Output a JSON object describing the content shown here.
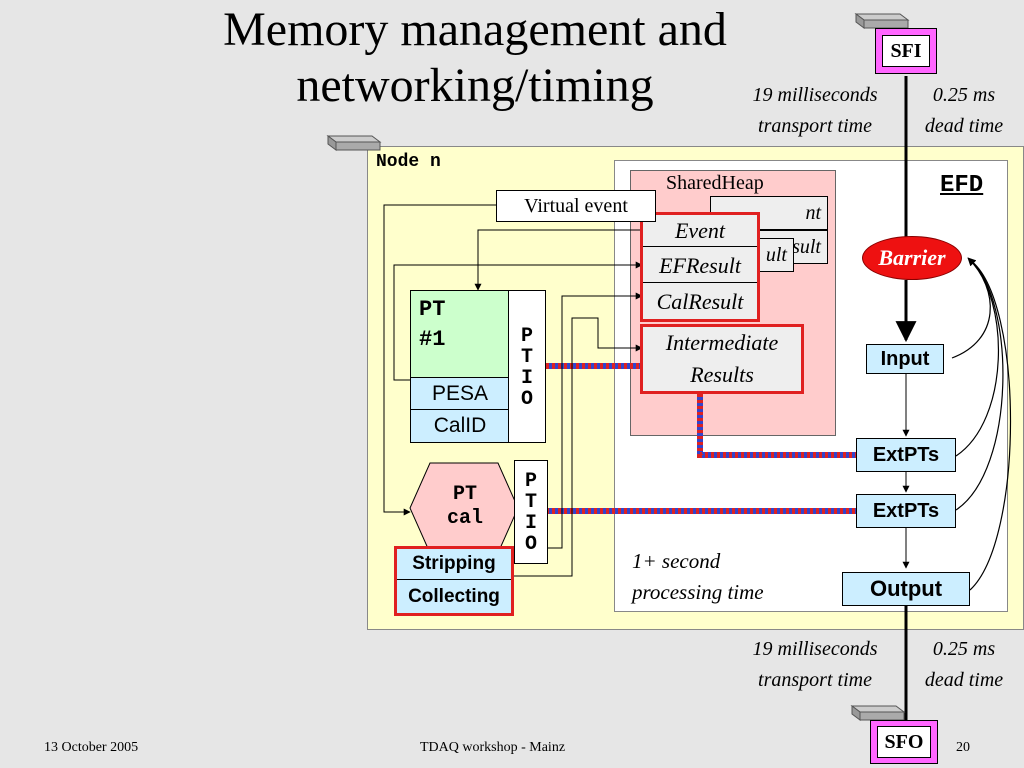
{
  "slide": {
    "title_line1": "Memory management and",
    "title_line2": "networking/timing",
    "footer_date": "13 October 2005",
    "footer_event": "TDAQ workshop - Mainz",
    "page_number": "20"
  },
  "nodes": {
    "sfi": "SFI",
    "sfo": "SFO",
    "node_label": "Node n",
    "efd_label": "EFD"
  },
  "timing": {
    "top_transport": "19 milliseconds transport time",
    "top_transport_l1": "19 milliseconds",
    "top_transport_l2": "transport time",
    "top_dead_l1": "0.25 ms",
    "top_dead_l2": "dead time",
    "bottom_transport_l1": "19 milliseconds",
    "bottom_transport_l2": "transport time",
    "bottom_dead_l1": "0.25 ms",
    "bottom_dead_l2": "dead time",
    "processing_l1": "1+ second",
    "processing_l2": "processing time"
  },
  "shared_heap": {
    "label": "SharedHeap",
    "back_event_partial": "nt",
    "back_result_partial": "sult",
    "back_result_partial2": "ult",
    "event": "Event",
    "efresult": "EFResult",
    "calresult": "CalResult",
    "intermediate_l1": "Intermediate",
    "intermediate_l2": "Results"
  },
  "efd_chain": {
    "barrier": "Barrier",
    "input": "Input",
    "extpts1": "ExtPTs",
    "extpts2": "ExtPTs",
    "output": "Output"
  },
  "pt1": {
    "name_l1": "PT",
    "name_l2": "#1",
    "ptio": "PTIO",
    "pesa": "PESA",
    "calid": "CalID"
  },
  "ptcal": {
    "name_l1": "PT",
    "name_l2": "cal",
    "ptio": "PTIO",
    "stripping": "Stripping",
    "collecting": "Collecting"
  },
  "virtual_event": "Virtual event",
  "colors": {
    "background": "#e6e6e6",
    "node_fill": "#ffffcc",
    "pt_green": "#ccffcc",
    "light_blue": "#cceeff",
    "heap_pink": "#ffcccc",
    "magenta_frame": "#ff66ff",
    "barrier_red": "#ee1111",
    "red_frame": "#e02020"
  }
}
